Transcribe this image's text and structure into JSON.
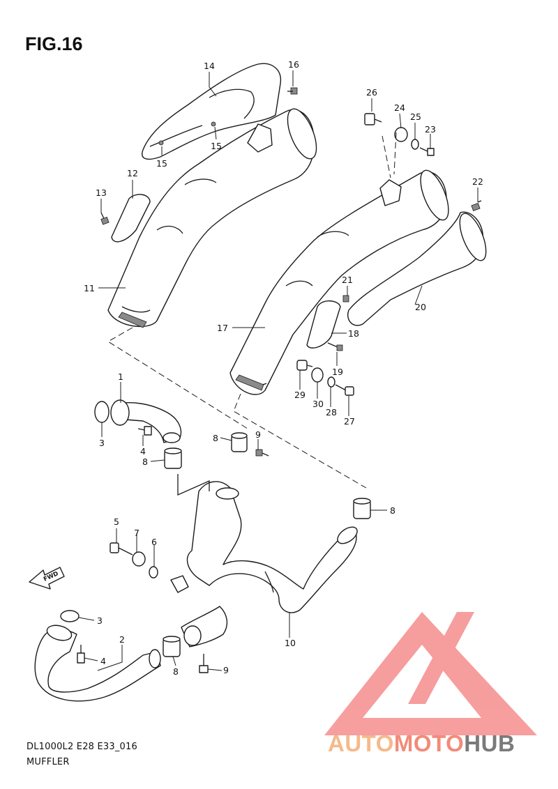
{
  "figure": {
    "title": "FIG.16",
    "model_code": "DL1000L2 E28 E33_016",
    "section_name": "MUFFLER"
  },
  "fwd_label": "FWD",
  "watermark": {
    "part_a": "AUTO",
    "part_b": "MOTO",
    "part_c": "HUB",
    "color_a": "#f6b98a",
    "color_b": "#f28b7a",
    "color_c": "#7a7a7a",
    "triangle_color": "#f47d7d"
  },
  "callouts": [
    {
      "id": "c14",
      "label": "14"
    },
    {
      "id": "c16",
      "label": "16"
    },
    {
      "id": "c15a",
      "label": "15"
    },
    {
      "id": "c15b",
      "label": "15"
    },
    {
      "id": "c26",
      "label": "26"
    },
    {
      "id": "c24",
      "label": "24"
    },
    {
      "id": "c25",
      "label": "25"
    },
    {
      "id": "c23",
      "label": "23"
    },
    {
      "id": "c22",
      "label": "22"
    },
    {
      "id": "c12",
      "label": "12"
    },
    {
      "id": "c13",
      "label": "13"
    },
    {
      "id": "c11",
      "label": "11"
    },
    {
      "id": "c21",
      "label": "21"
    },
    {
      "id": "c20",
      "label": "20"
    },
    {
      "id": "c17",
      "label": "17"
    },
    {
      "id": "c18",
      "label": "18"
    },
    {
      "id": "c19",
      "label": "19"
    },
    {
      "id": "c29",
      "label": "29"
    },
    {
      "id": "c30",
      "label": "30"
    },
    {
      "id": "c28",
      "label": "28"
    },
    {
      "id": "c27",
      "label": "27"
    },
    {
      "id": "c1",
      "label": "1"
    },
    {
      "id": "c3a",
      "label": "3"
    },
    {
      "id": "c4a",
      "label": "4"
    },
    {
      "id": "c8a",
      "label": "8"
    },
    {
      "id": "c8b",
      "label": "8"
    },
    {
      "id": "c9a",
      "label": "9"
    },
    {
      "id": "c8c",
      "label": "8"
    },
    {
      "id": "c5",
      "label": "5"
    },
    {
      "id": "c7",
      "label": "7"
    },
    {
      "id": "c6",
      "label": "6"
    },
    {
      "id": "c3b",
      "label": "3"
    },
    {
      "id": "c2",
      "label": "2"
    },
    {
      "id": "c4b",
      "label": "4"
    },
    {
      "id": "c8d",
      "label": "8"
    },
    {
      "id": "c9b",
      "label": "9"
    },
    {
      "id": "c10",
      "label": "10"
    }
  ]
}
